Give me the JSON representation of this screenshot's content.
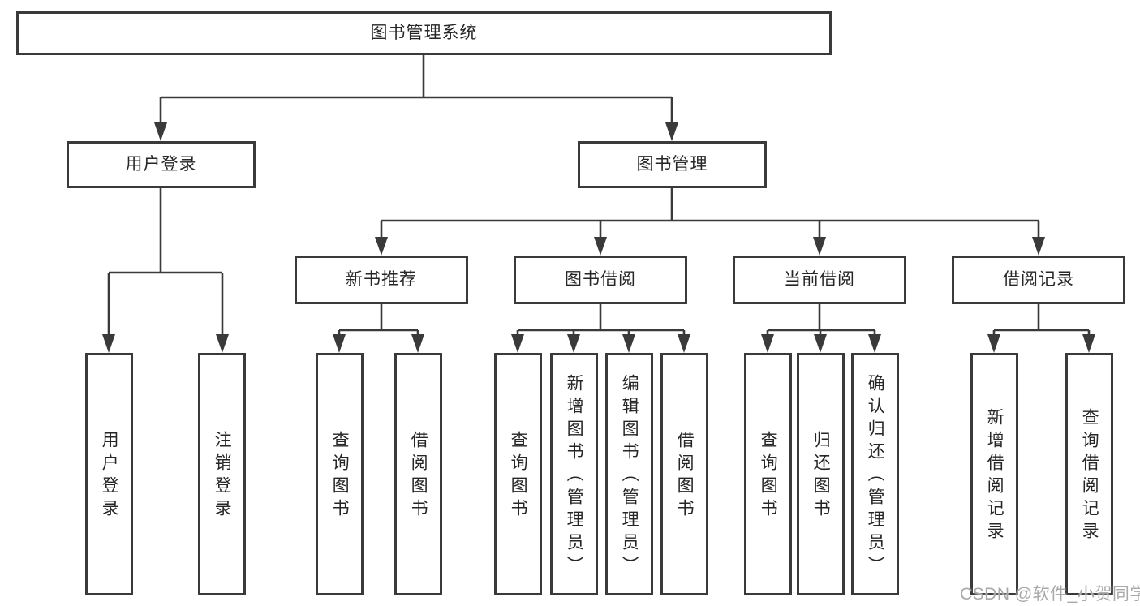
{
  "diagram": {
    "root": {
      "label": "图书管理系统"
    },
    "level2": {
      "user_login": {
        "label": "用户登录"
      },
      "book_mgmt": {
        "label": "图书管理"
      }
    },
    "level3": {
      "new_book_rec": {
        "label": "新书推荐"
      },
      "book_borrow": {
        "label": "图书借阅"
      },
      "current_borrow": {
        "label": "当前借阅"
      },
      "borrow_record": {
        "label": "借阅记录"
      }
    },
    "leaves": {
      "user_login_leaf": {
        "label": "用户登录"
      },
      "logout": {
        "label": "注销登录"
      },
      "rec_query_book": {
        "label": "查询图书"
      },
      "rec_borrow_book": {
        "label": "借阅图书"
      },
      "bb_query_book": {
        "label": "查询图书"
      },
      "bb_add_book": {
        "label": "新增图书（管理员）"
      },
      "bb_edit_book": {
        "label": "编辑图书（管理员）"
      },
      "bb_borrow_book": {
        "label": "借阅图书"
      },
      "cb_query_book": {
        "label": "查询图书"
      },
      "cb_return_book": {
        "label": "归还图书"
      },
      "cb_confirm_return": {
        "label": "确认归还（管理员）"
      },
      "br_add_record": {
        "label": "新增借阅记录"
      },
      "br_query_record": {
        "label": "查询借阅记录"
      }
    }
  },
  "watermark": {
    "text": "CSDN @软件_小贺同学"
  },
  "colors": {
    "line": "#3a3a3a",
    "text": "#262626",
    "watermark": "#a9a9a9",
    "background": "#ffffff"
  }
}
